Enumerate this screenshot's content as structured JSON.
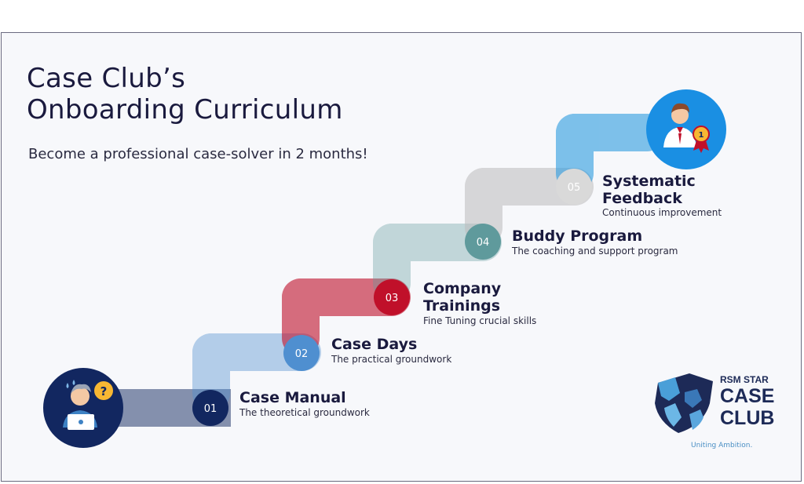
{
  "title_line1": "Case Club’s",
  "title_line2": "Onboarding Curriculum",
  "subtitle": "Become a professional case-solver in 2 months!",
  "steps": [
    {
      "number": "01",
      "title": "Case Manual",
      "description": "The theoretical groundwork",
      "color": "#122760"
    },
    {
      "number": "02",
      "title": "Case Days",
      "description": "The practical groundwork",
      "color": "#4f8fd0"
    },
    {
      "number": "03",
      "title": "Company Trainings",
      "description": "Fine Tuning crucial skills",
      "color": "#c0102a"
    },
    {
      "number": "04",
      "title": "Buddy Program",
      "description": "The coaching and support program",
      "color": "#5f9a9c"
    },
    {
      "number": "05",
      "title": "Systematic Feedback",
      "description": "Continuous improvement",
      "color": "#d4d4d4"
    }
  ],
  "icons": {
    "start": "confused-student-laptop-icon",
    "end": "professional-award-medal-icon"
  },
  "logo": {
    "line1": "RSM STAR",
    "line2": "CASE",
    "line3": "CLUB",
    "tagline": "Uniting Ambition."
  }
}
